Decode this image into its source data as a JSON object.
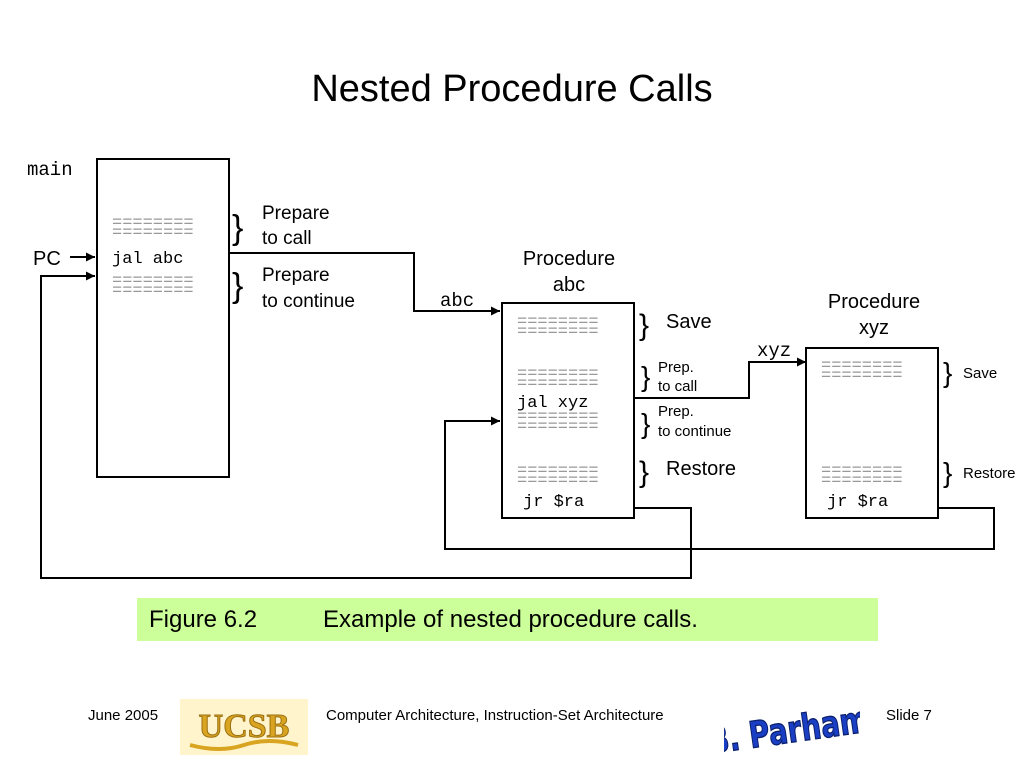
{
  "title": "Nested Procedure Calls",
  "code": {
    "dashes": "========",
    "jal_abc": "jal  abc",
    "jal_xyz": "jal  xyz",
    "jr_ra": "jr  $ra"
  },
  "labels": {
    "main": "main",
    "pc": "PC",
    "abc_entry": "abc",
    "xyz_entry": "xyz",
    "prepare_call_1": "Prepare",
    "prepare_call_2": "to call",
    "prepare_cont_1": "Prepare",
    "prepare_cont_2": "to continue",
    "proc_abc_1": "Procedure",
    "proc_abc_2": "abc",
    "proc_xyz_1": "Procedure",
    "proc_xyz_2": "xyz",
    "save": "Save",
    "restore": "Restore",
    "prep": "Prep.",
    "to_call": "to call",
    "to_continue": "to continue"
  },
  "caption": {
    "number": "Figure 6.2",
    "text": "Example of nested procedure calls."
  },
  "footer": {
    "date": "June 2005",
    "course": "Computer Architecture, Instruction-Set Architecture",
    "slide": "Slide 7",
    "ucsb_logo_text": "UCSB",
    "author_logo_text": "B. Parhami"
  },
  "colors": {
    "caption_bg": "#ccff99",
    "dashes": "#999999",
    "ucsb_gold": "#d9a521",
    "parhami_blue": "#1a3fc4"
  },
  "icons": [
    "arrow-icon",
    "brace-icon"
  ]
}
